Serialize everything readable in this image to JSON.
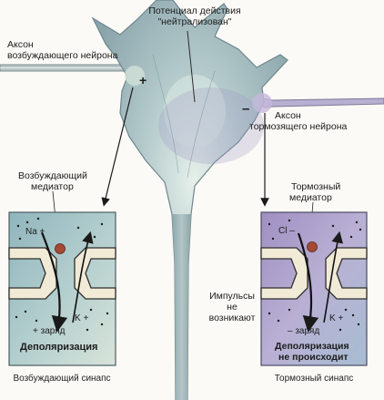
{
  "labels": {
    "potential_line1": "Потенциал действия",
    "potential_line2": "\"нейтрализован\"",
    "axon_exc_line1": "Аксон",
    "axon_exc_line2": "возбуждающего нейрона",
    "axon_inh_line1": "Аксон",
    "axon_inh_line2": "тормозящего нейрона",
    "plus_sign": "+",
    "minus_sign": "–",
    "exc_mediator_line1": "Возбуждающий",
    "exc_mediator_line2": "медиатор",
    "inh_mediator_line1": "Тормозный",
    "inh_mediator_line2": "медиатор",
    "impulses_line1": "Импульсы",
    "impulses_line2": "не",
    "impulses_line3": "возникают"
  },
  "excitatory_box": {
    "ion_in": "Na +",
    "ion_out": "K +",
    "charge": "+ заряд",
    "result": "Деполяризация",
    "caption": "Возбуждающий синапс"
  },
  "inhibitory_box": {
    "ion_in": "Cl –",
    "ion_out": "K +",
    "charge": "– заряд",
    "result_line1": "Деполяризация",
    "result_line2": "не происходит",
    "caption": "Тормозный синапс"
  },
  "colors": {
    "neuron_body": "#9fb8bd",
    "neuron_highlight": "#d6e6e0",
    "exc_box": "#a9c7c9",
    "inh_box": "#b5a9cc",
    "membrane": "#f1ead6",
    "mediator": "#a34a35"
  }
}
